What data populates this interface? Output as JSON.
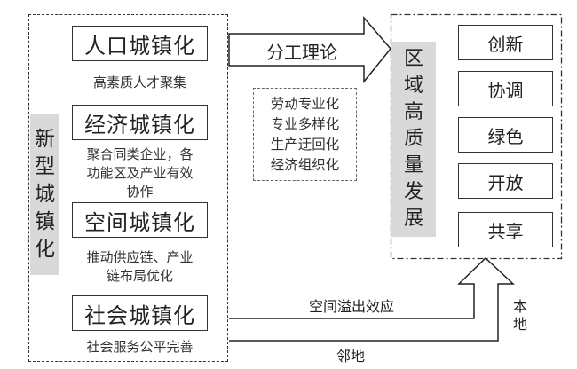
{
  "left_group": {
    "title_chars": [
      "新",
      "型",
      "城",
      "镇",
      "化"
    ],
    "title": "新型城镇化",
    "items": [
      {
        "label": "人口城镇化",
        "note_lines": [
          "高素质人才聚集"
        ]
      },
      {
        "label": "经济城镇化",
        "note_lines": [
          "聚合同类企业，各",
          "功能区及产业有效",
          "协作"
        ]
      },
      {
        "label": "空间城镇化",
        "note_lines": [
          "推动供应链、产业",
          "链布局优化"
        ]
      },
      {
        "label": "社会城镇化",
        "note_lines": [
          "社会服务公平完善"
        ]
      }
    ]
  },
  "middle": {
    "arrow_label": "分工理论",
    "mechanisms": [
      "劳动专业化",
      "专业多样化",
      "生产迂回化",
      "经济组织化"
    ]
  },
  "right_group": {
    "title_chars": [
      "区",
      "域",
      "高",
      "质",
      "量",
      "发",
      "展"
    ],
    "title": "区域高质量发展",
    "items": [
      "创新",
      "协调",
      "绿色",
      "开放",
      "共享"
    ]
  },
  "bottom": {
    "spillover_label": "空间溢出效应",
    "neighbor_label": "邻地",
    "local_chars": [
      "本",
      "地"
    ],
    "local_label": "本地"
  }
}
